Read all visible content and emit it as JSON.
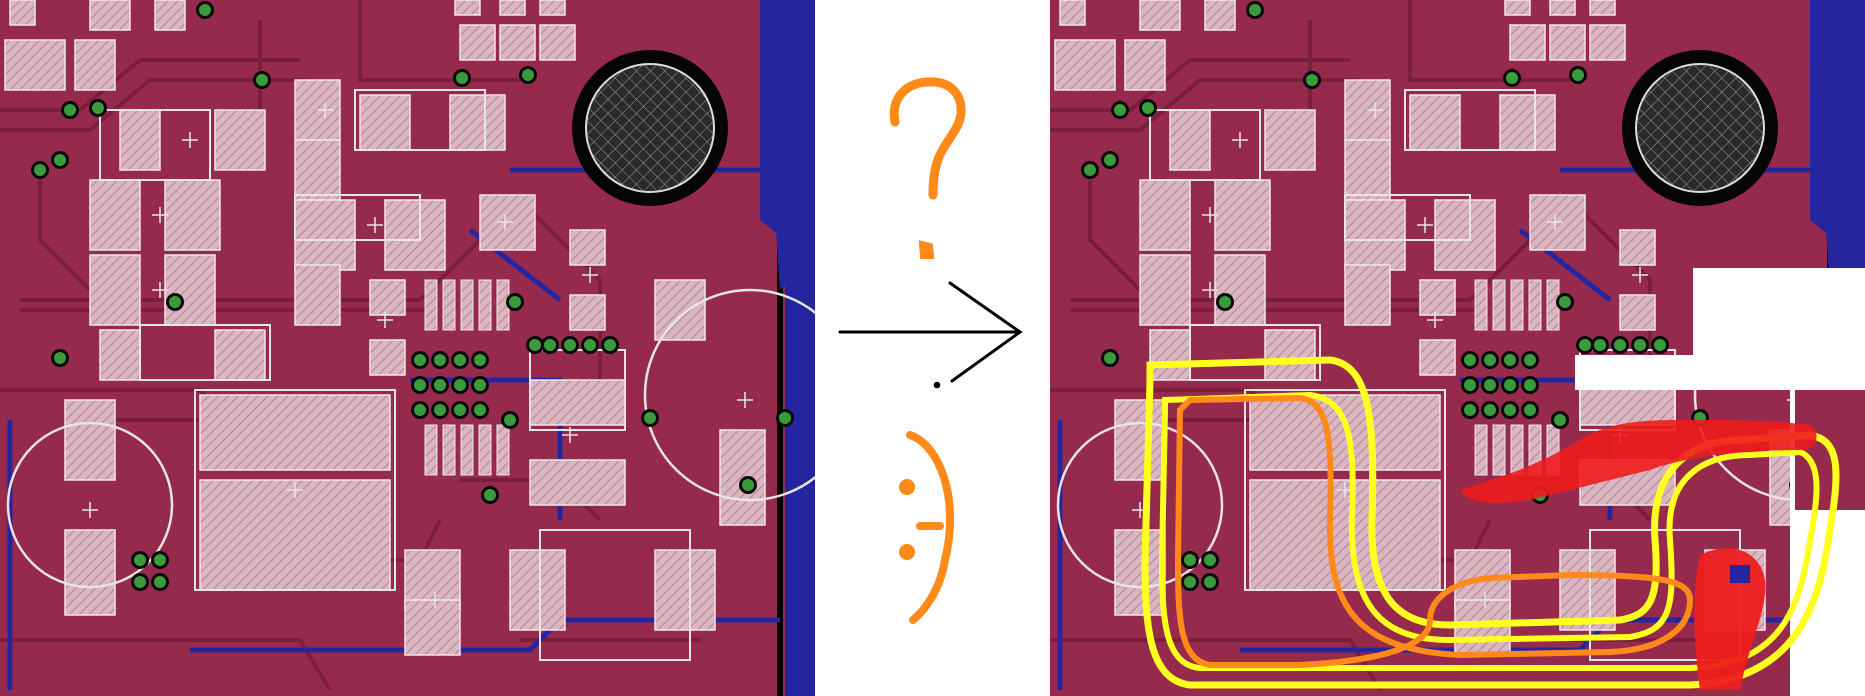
{
  "colors": {
    "board_background": "#2525a0",
    "copper_top": "#962a4d",
    "trace_dark": "#7a1f3b",
    "pad": "#d9b6c0",
    "pad_outline": "#f0e6ea",
    "via": "#3b9a3b",
    "via_ring": "#0a0a0a",
    "silkscreen": "#e6e6e6",
    "question_mark": "#ff8a1a",
    "arrow": "#000000",
    "annotation_yellow": "#ffff20",
    "annotation_orange": "#ff8a1a",
    "annotation_red": "#ee1c1c"
  },
  "middle": {
    "question_glyph": "question-mark",
    "arrow_glyph": "right-arrow",
    "smiley_glyph": "smiley-face"
  },
  "panels": {
    "left": {
      "label": "original-layout"
    },
    "right": {
      "label": "annotated-layout"
    }
  }
}
